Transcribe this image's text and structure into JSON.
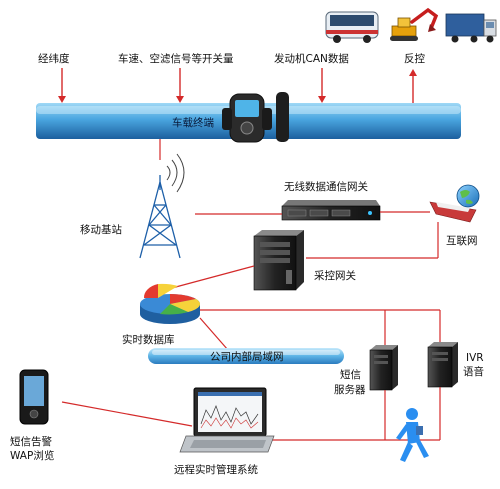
{
  "labels": {
    "lat_lon": "经纬度",
    "speed_signals": "车速、空滤信号等开关量",
    "engine_can": "发动机CAN数据",
    "reverse_control": "反控",
    "vehicle_terminal": "车载终端",
    "wireless_gateway": "无线数据通信网关",
    "mobile_base_station": "移动基站",
    "internet": "互联网",
    "collection_gateway": "采控网关",
    "realtime_database": "实时数据库",
    "company_lan": "公司内部局域网",
    "sms_server_line1": "短信",
    "sms_server_line2": "服务器",
    "ivr_line1": "IVR",
    "ivr_line2": "语音",
    "sms_alert_line1": "短信告警",
    "sms_alert_line2": "WAP浏览",
    "remote_system": "远程实时管理系统"
  },
  "colors": {
    "connector": "#d42a2a",
    "bus_top": "#7ec6ee",
    "bus_bottom": "#1f6fb2",
    "text": "#111111"
  },
  "icons": {
    "vehicles": [
      "bus-icon",
      "excavator-icon",
      "truck-icon"
    ],
    "terminal": "gps-terminal-icon",
    "tower": "radio-tower-icon",
    "server_rack": "rack-server-icon",
    "internet": "globe-ship-icon",
    "tower_server": "tower-server-icon",
    "database": "pie-database-icon",
    "phone": "mobile-phone-icon",
    "laptop": "laptop-icon",
    "person": "walking-person-icon"
  }
}
